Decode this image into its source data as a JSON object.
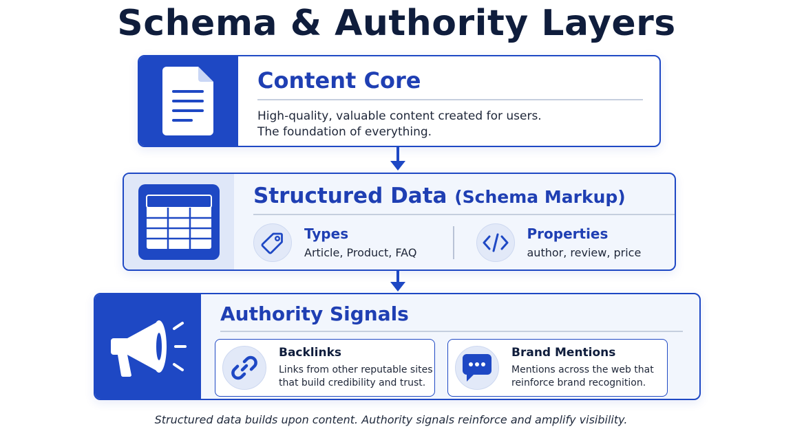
{
  "title": "Schema & Authority Layers",
  "layers": [
    {
      "title": "Content Core",
      "icon": "document-icon",
      "description_lines": [
        "High-quality, valuable content created for users.",
        "The foundation of everything."
      ]
    },
    {
      "title": "Structured Data",
      "title_suffix": "(Schema Markup)",
      "icon": "table-icon",
      "items": [
        {
          "title": "Types",
          "description": "Article, Product, FAQ",
          "icon": "tag-icon"
        },
        {
          "title": "Properties",
          "description": "author, review, price",
          "icon": "code-icon"
        }
      ]
    },
    {
      "title": "Authority Signals",
      "icon": "megaphone-icon",
      "cards": [
        {
          "title": "Backlinks",
          "description_lines": [
            "Links from other reputable sites",
            "that build credibility and trust."
          ],
          "icon": "link-icon"
        },
        {
          "title": "Brand Mentions",
          "description_lines": [
            "Mentions across the web that",
            "reinforce brand recognition."
          ],
          "icon": "chat-icon"
        }
      ]
    }
  ],
  "caption": "Structured data builds upon content. Authority signals reinforce and amplify visibility.",
  "colors": {
    "primary": "#1e48c4",
    "title": "#0f1d3c",
    "panel_light": "#dfe7f8",
    "background_light": "#f2f6fd"
  }
}
